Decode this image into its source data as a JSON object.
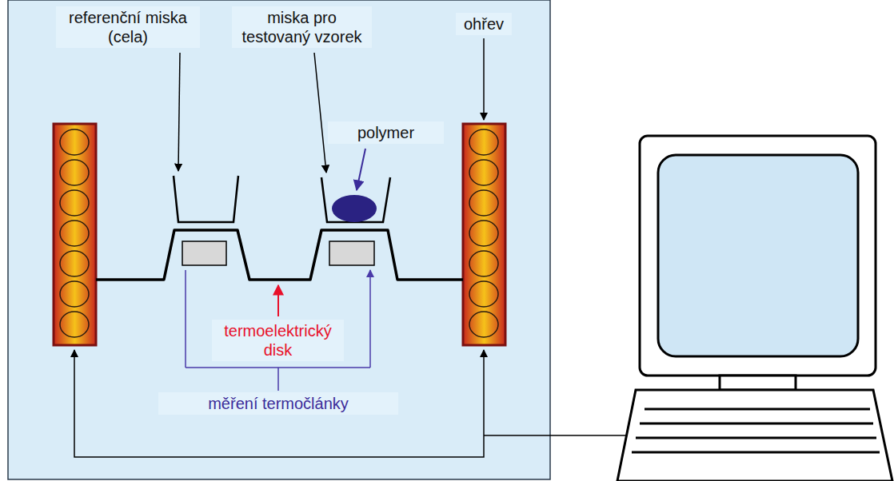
{
  "diagram": {
    "labels": [
      "referenční miska (cela)",
      "miska pro testovaný vzorek",
      "ohřev",
      "polymer",
      "termoelektrický disk",
      "měření termočlánky"
    ]
  }
}
